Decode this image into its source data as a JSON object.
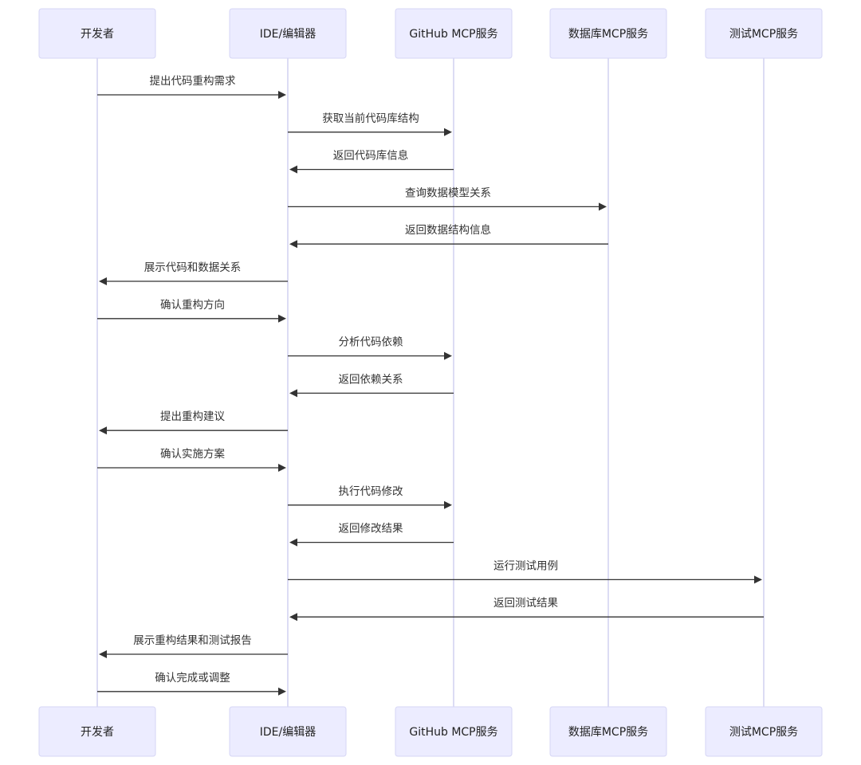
{
  "participants": [
    {
      "id": "dev",
      "label": "开发者"
    },
    {
      "id": "ide",
      "label": "IDE/编辑器"
    },
    {
      "id": "github",
      "label": "GitHub MCP服务"
    },
    {
      "id": "db",
      "label": "数据库MCP服务"
    },
    {
      "id": "test",
      "label": "测试MCP服务"
    }
  ],
  "messages": [
    {
      "from": "dev",
      "to": "ide",
      "text": "提出代码重构需求"
    },
    {
      "from": "ide",
      "to": "github",
      "text": "获取当前代码库结构"
    },
    {
      "from": "github",
      "to": "ide",
      "text": "返回代码库信息"
    },
    {
      "from": "ide",
      "to": "db",
      "text": "查询数据模型关系"
    },
    {
      "from": "db",
      "to": "ide",
      "text": "返回数据结构信息"
    },
    {
      "from": "ide",
      "to": "dev",
      "text": "展示代码和数据关系"
    },
    {
      "from": "dev",
      "to": "ide",
      "text": "确认重构方向"
    },
    {
      "from": "ide",
      "to": "github",
      "text": "分析代码依赖"
    },
    {
      "from": "github",
      "to": "ide",
      "text": "返回依赖关系"
    },
    {
      "from": "ide",
      "to": "dev",
      "text": "提出重构建议"
    },
    {
      "from": "dev",
      "to": "ide",
      "text": "确认实施方案"
    },
    {
      "from": "ide",
      "to": "github",
      "text": "执行代码修改"
    },
    {
      "from": "github",
      "to": "ide",
      "text": "返回修改结果"
    },
    {
      "from": "ide",
      "to": "test",
      "text": "运行测试用例"
    },
    {
      "from": "test",
      "to": "ide",
      "text": "返回测试结果"
    },
    {
      "from": "ide",
      "to": "dev",
      "text": "展示重构结果和测试报告"
    },
    {
      "from": "dev",
      "to": "ide",
      "text": "确认完成或调整"
    }
  ],
  "colors": {
    "actor_fill": "#ECECFF",
    "actor_stroke": "#d6d6f5",
    "lifeline": "#c9c9ee",
    "message": "#333333"
  }
}
